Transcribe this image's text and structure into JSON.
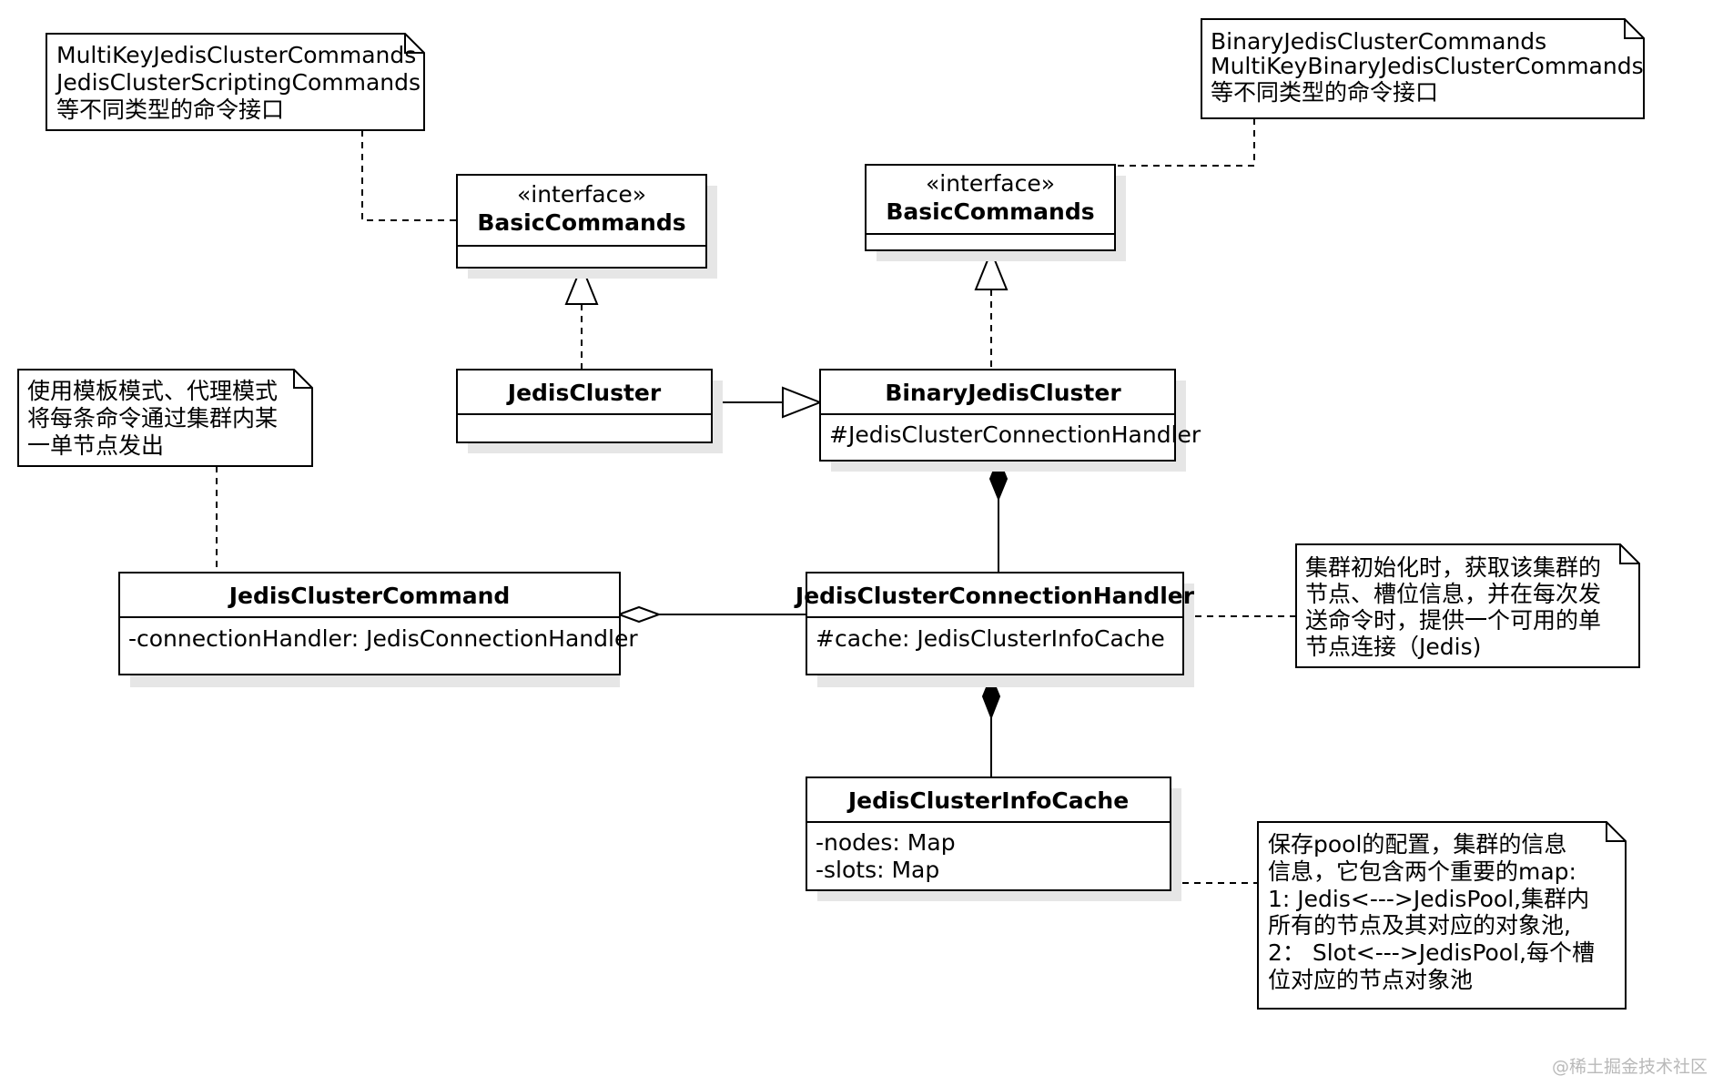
{
  "classes": {
    "basic_commands_left": {
      "stereotype": "«interface»",
      "name": "BasicCommands"
    },
    "basic_commands_right": {
      "stereotype": "«interface»",
      "name": "BasicCommands"
    },
    "jedis_cluster": {
      "name": "JedisCluster"
    },
    "binary_jedis_cluster": {
      "name": "BinaryJedisCluster",
      "attributes": [
        "#JedisClusterConnectionHandler"
      ]
    },
    "jedis_cluster_command": {
      "name": "JedisClusterCommand",
      "attributes": [
        "-connectionHandler: JedisConnectionHandler"
      ]
    },
    "connection_handler": {
      "name": "JedisClusterConnectionHandler",
      "attributes": [
        "#cache: JedisClusterInfoCache"
      ]
    },
    "info_cache": {
      "name": "JedisClusterInfoCache",
      "attributes": [
        "-nodes: Map",
        "-slots: Map"
      ]
    }
  },
  "notes": {
    "top_left": [
      "MultiKeyJedisClusterCommands",
      "JedisClusterScriptingCommands",
      "等不同类型的命令接口"
    ],
    "top_right": [
      "BinaryJedisClusterCommands",
      "MultiKeyBinaryJedisClusterCommands",
      "等不同类型的命令接口"
    ],
    "template": [
      "使用模板模式、代理模式",
      "将每条命令通过集群内某",
      "一单节点发出"
    ],
    "handler": [
      "集群初始化时，获取该集群的",
      "节点、槽位信息，并在每次发",
      "送命令时，提供一个可用的单",
      "节点连接（Jedis)"
    ],
    "cache": [
      "保存pool的配置，集群的信息",
      "信息，它包含两个重要的map:",
      "1: Jedis<--->JedisPool,集群内",
      "所有的节点及其对应的对象池,",
      "2：  Slot<--->JedisPool,每个槽",
      "位对应的节点对象池"
    ]
  },
  "watermark": "@稀土掘金技术社区"
}
